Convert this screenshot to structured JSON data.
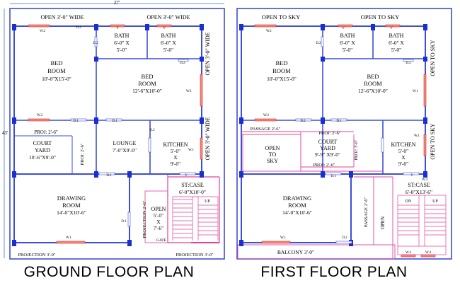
{
  "overall": {
    "width": "27'",
    "depth": "43'"
  },
  "ground": {
    "title": "GROUND FLOOR  PLAN",
    "top_open_left": "OPEN   3'-0\"   WIDE",
    "top_open_right": "OPEN   3'-0\"   WIDE",
    "side_open_top": "OPEN  3'-0\"  WIDE",
    "side_open_bottom": "OPEN  3'-0\"  WIDE",
    "bath1": [
      "BATH",
      "6'-0\" X",
      "5'-0\""
    ],
    "bath2": [
      "BATH",
      "6'-0\" X",
      "5'-0\""
    ],
    "bed1": [
      "BED",
      "ROOM",
      "10'-0\"X15'-0\""
    ],
    "bed2": [
      "BED",
      "ROOM",
      "12'-6\"X10'-0\""
    ],
    "proj_label": "PROJ:  2'-6\"",
    "court": [
      "COURT",
      "YARD",
      "10'-6\"X9'-0\""
    ],
    "proj_side": "PROJ:  2'-6\"",
    "lounge": [
      "LOUNGE",
      "7'-0\"X9'-0\""
    ],
    "kitchen": [
      "KITCHEN",
      "5'-0\"",
      "X",
      "9'-0\""
    ],
    "drawing": [
      "DRAWING",
      "ROOM",
      "14'-0\"X10'-6\""
    ],
    "stair": [
      "ST:CASE",
      "6'-0\"X10'-0\""
    ],
    "up": "UP",
    "open_mid": [
      "OPEN",
      "5'-0\"",
      "X",
      "7'-6\""
    ],
    "projection_side": "PROJECTION  2'-6\"",
    "gate": "GATE",
    "projection_left": "PROJECTION   3'-0\"",
    "projection_right": "PROJECTION   3'-0\"",
    "tags": {
      "w1": "W.1",
      "w2": "W.2",
      "d1": "D.1",
      "d2": "D.2",
      "v": "V"
    }
  },
  "first": {
    "title": "FIRST FLOOR  PLAN",
    "top_left": "OPEN TO SKY",
    "top_right": "OPEN TO SKY",
    "side_top": "OPEN TO SKY",
    "side_bottom": "OPEN TO SKY",
    "bath1": [
      "BATH",
      "6'-0\" X",
      "5'-0\""
    ],
    "bath2": [
      "BATH",
      "6'-0\" X",
      "5'-0\""
    ],
    "bed1": [
      "BED",
      "ROOM",
      "10'-0\"X15'-0\""
    ],
    "bed2": [
      "BED",
      "ROOM",
      "12'-6\"X10'-0\""
    ],
    "passage_top": "PASSAGE  2'-6\"",
    "proj_top": "PROJ:  2'-6\"",
    "open_sky": [
      "OPEN",
      "TO",
      "SKY"
    ],
    "court": [
      "COURT",
      "YARD",
      "9'-9\" X9'-0\""
    ],
    "proj_bottom": "PROJ:  2'-6\"",
    "proj_side": "PROJ:  3'-6\"",
    "kitchen": [
      "KITCHEN",
      "5'-0\"",
      "X",
      "9'-0\""
    ],
    "drawing": [
      "DRAWING",
      "ROOM",
      "14'-0\"X10'-6\""
    ],
    "stair": [
      "ST:CASE",
      "6'-0\"X13'-6\""
    ],
    "dn": "DN",
    "up": "UP",
    "passage_side": "PASSAGE  2'-6\"",
    "open_side": "OPEN",
    "balcony": "BALCONY  3'-0\"",
    "tags": {
      "w1": "W.1",
      "w2": "W.2",
      "w4": "W.4",
      "d1": "D.1",
      "d2": "D.2",
      "v": "V"
    }
  }
}
